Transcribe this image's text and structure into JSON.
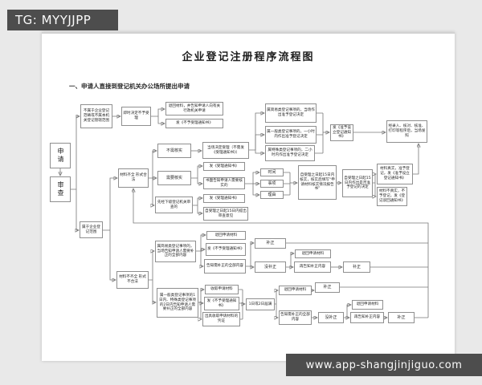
{
  "watermarks": {
    "top": "TG: MYYJJPP",
    "bottom": "www.app-shangjinjiguo.com"
  },
  "document": {
    "title": "企业登记注册程序流程图",
    "section_heading": "一、申请人直接到登记机关办公场所提出申请"
  },
  "colors": {
    "watermark_bg": "#4d4d4d",
    "canvas_bg": "#e9e9e9",
    "page_bg": "#ffffff",
    "box_border": "#8f8f8f",
    "connector_line": "#787878"
  },
  "flowchart": {
    "nodes": {
      "apply": "申请",
      "review": "审查",
      "not_in_scope": "不属于企业登记范畴或不属本机关登记管辖范围",
      "reject_immediate": "即时决定不予受理",
      "return_materials_inform": "退回材料，并告知申请人向有关行政机关申请",
      "notice_no_accept_a": "发《不予受理通知书》",
      "in_scope": "属于企业登记范围",
      "materials_ok": "材料齐全 形式合法",
      "materials_not_ok": "材料不齐全 形式不合法",
      "no_verify": "不需核实",
      "accept_on_spot": "当场决定受理（不需发《受理通知书》）",
      "simple_class": "属简易类登记事项的，当场作出准予登记决定",
      "general_class": "属一般类登记事项的，一小时内作出准予登记决定",
      "special_class": "属特殊类登记事项的，二小时内作出准予登记决定",
      "grant_notice": "发《准予设立登记通知书》",
      "issue_license": "经录入、核对、核准、打印等程序后，当场发照",
      "need_verify": "需要核实",
      "accept_notice_1": "发《受理通知书》",
      "inform_verify": "书面告知申请人需要核实的",
      "verify_time": "时间",
      "verify_item": "事项",
      "verify_reason": "理由",
      "verify_15": "自受理之日起15日内核实，核实后填写“申请材料核实情况报告书”",
      "decide_15": "自受理之日起15日内作出是否准予登记的决定",
      "real_ok": "材料真实，准予登记，发《准予设立登记通知书》",
      "not_real": "材料不真实，不予登记，发《登记驳回通知书》",
      "lower_level": "先经下级登记机关审查的",
      "accept_notice_2": "发《受理通知书》",
      "opinion_15": "自受理之日起15日内提出审查意见",
      "b1_parent": "属简易类登记事项的，当场告知申请人需要补正的全部内容",
      "b1_return": "退回申请材料",
      "b1_notice": "发《不予受理通知书》",
      "b1_inform": "告知需补正的全部内容",
      "b1_correct": "补正",
      "b1_no_correct": "没补正",
      "b1_return2": "退回申请材料",
      "b1_inform2": "再告知补正内容",
      "b1_correct2": "补正",
      "b2_parent": "属一般类登记事项的1日内、特殊类登记事项的2日内告知申请人需要补正的全部内容",
      "b2_collect": "收取申请材料",
      "b2_notice": "发《不予受理通知书》",
      "b2_receipt": "出具收取申请材料的凭证",
      "b2_expire": "1日或2日届满",
      "b2_return": "退回申请材料",
      "b2_correct": "补正",
      "b2_inform": "告知需补正的全部内容",
      "b2_no_correct": "没补正",
      "b2_return2": "退回申请材料",
      "b2_inform2": "再告知补正内容",
      "b2_correct2": "补正"
    }
  }
}
